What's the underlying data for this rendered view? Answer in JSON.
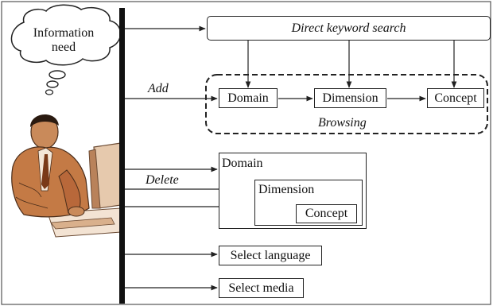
{
  "user": {
    "thought_line1": "Information",
    "thought_line2": "need"
  },
  "search": {
    "label": "Direct keyword search"
  },
  "browsing": {
    "action": "Add",
    "group_label": "Browsing",
    "domain": "Domain",
    "dimension": "Dimension",
    "concept": "Concept"
  },
  "nested": {
    "action": "Delete",
    "domain": "Domain",
    "dimension": "Dimension",
    "concept": "Concept"
  },
  "select_language": "Select language",
  "select_media": "Select media"
}
